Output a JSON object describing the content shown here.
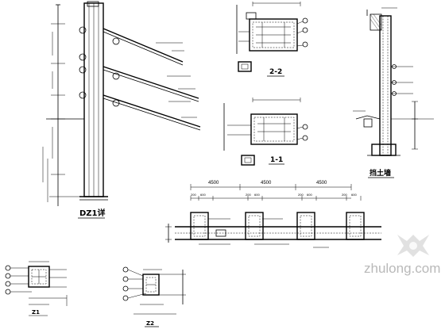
{
  "details": {
    "column_title": "DZ1详",
    "section_2_2": "2-2",
    "section_1_1": "1-1",
    "retaining_wall_title": "挡土墙",
    "detail_z1": "Z1",
    "detail_z2": "Z2"
  },
  "dimensions": {
    "span_1": "4500",
    "span_2": "4500",
    "span_3": "4500",
    "w200a": "200",
    "w600a": "600",
    "w200b": "200",
    "w600b": "600",
    "w200c": "200",
    "w600c": "600",
    "w200d": "200",
    "w600d": "600"
  },
  "watermark": {
    "text": "zhulong.com"
  },
  "colors": {
    "line": "#000000",
    "background": "#ffffff",
    "watermark": "#b9b9b9"
  }
}
